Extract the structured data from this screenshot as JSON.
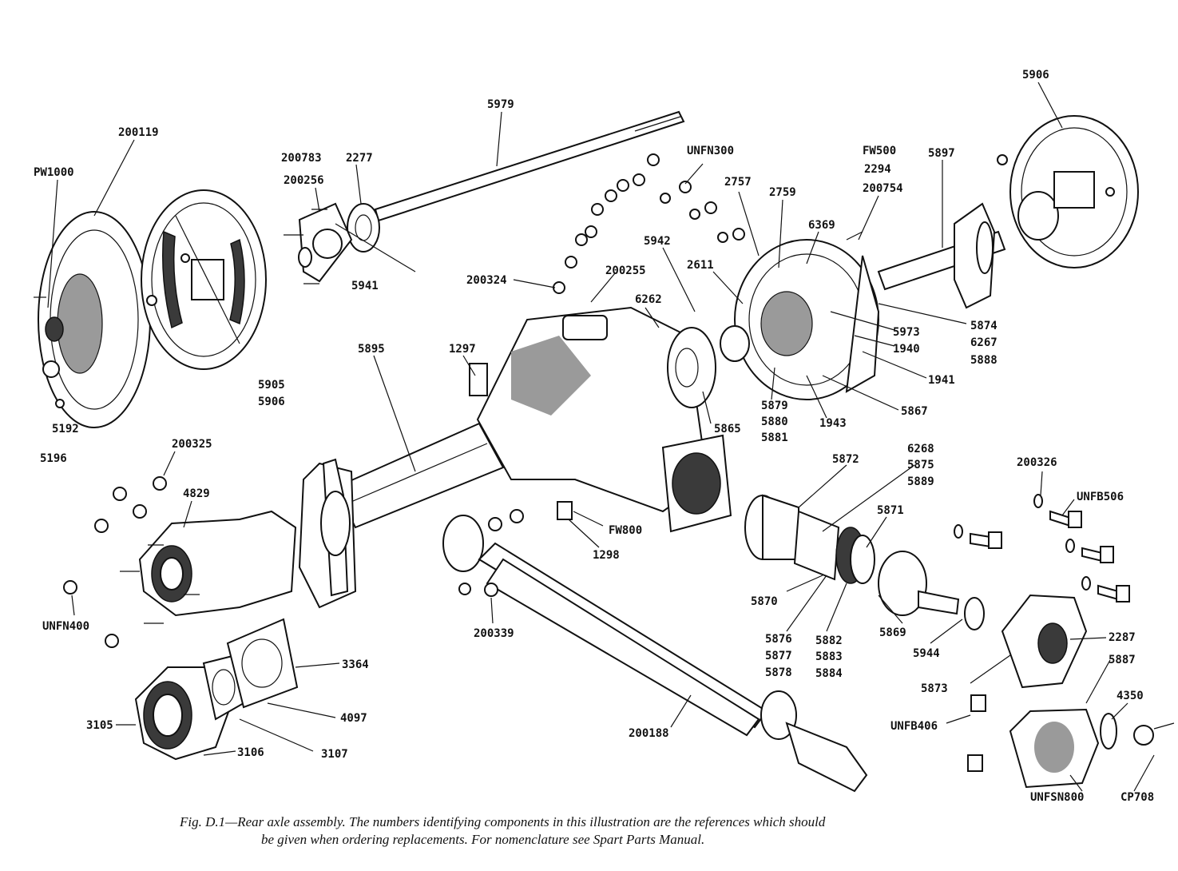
{
  "figure": {
    "caption_line1": "Fig. D.1—Rear axle assembly. The numbers identifying components in this illustration are the references which should",
    "caption_line2": "be given when ordering replacements. For nomenclature see Spart Parts Manual."
  },
  "labels": {
    "5979": "5979",
    "5906_top": "5906",
    "200119": "200119",
    "PW1000": "PW1000",
    "200783": "200783",
    "200256": "200256",
    "2277": "2277",
    "UNFN300": "UNFN300",
    "FW500": "FW500",
    "2294": "2294",
    "200754": "200754",
    "5897": "5897",
    "2757": "2757",
    "2759": "2759",
    "6369": "6369",
    "5942": "5942",
    "2611": "2611",
    "200324": "200324",
    "200255": "200255",
    "6262": "6262",
    "5941": "5941",
    "5895": "5895",
    "1297": "1297",
    "5973": "5973",
    "1940": "1940",
    "5874": "5874",
    "6267": "6267",
    "5888": "5888",
    "1941": "1941",
    "5867": "5867",
    "5905": "5905",
    "5906_left": "5906",
    "5192": "5192",
    "5196": "5196",
    "5865": "5865",
    "5879": "5879",
    "5880": "5880",
    "5881": "5881",
    "1943": "1943",
    "200325": "200325",
    "4829": "4829",
    "5872": "5872",
    "6268": "6268",
    "5875": "5875",
    "5889": "5889",
    "200326": "200326",
    "UNFB506": "UNFB506",
    "FW800": "FW800",
    "1298": "1298",
    "5871": "5871",
    "5870": "5870",
    "UNFN400": "UNFN400",
    "200339": "200339",
    "5876": "5876",
    "5877": "5877",
    "5878": "5878",
    "5882": "5882",
    "5883": "5883",
    "5884": "5884",
    "5869": "5869",
    "5944": "5944",
    "2287": "2287",
    "5887": "5887",
    "5873": "5873",
    "3364": "3364",
    "4097": "4097",
    "3105": "3105",
    "3106": "3106",
    "3107": "3107",
    "200188": "200188",
    "UNFB406": "UNFB406",
    "4350": "4350",
    "UNFSN800": "UNFSN800",
    "CP708": "CP708"
  }
}
